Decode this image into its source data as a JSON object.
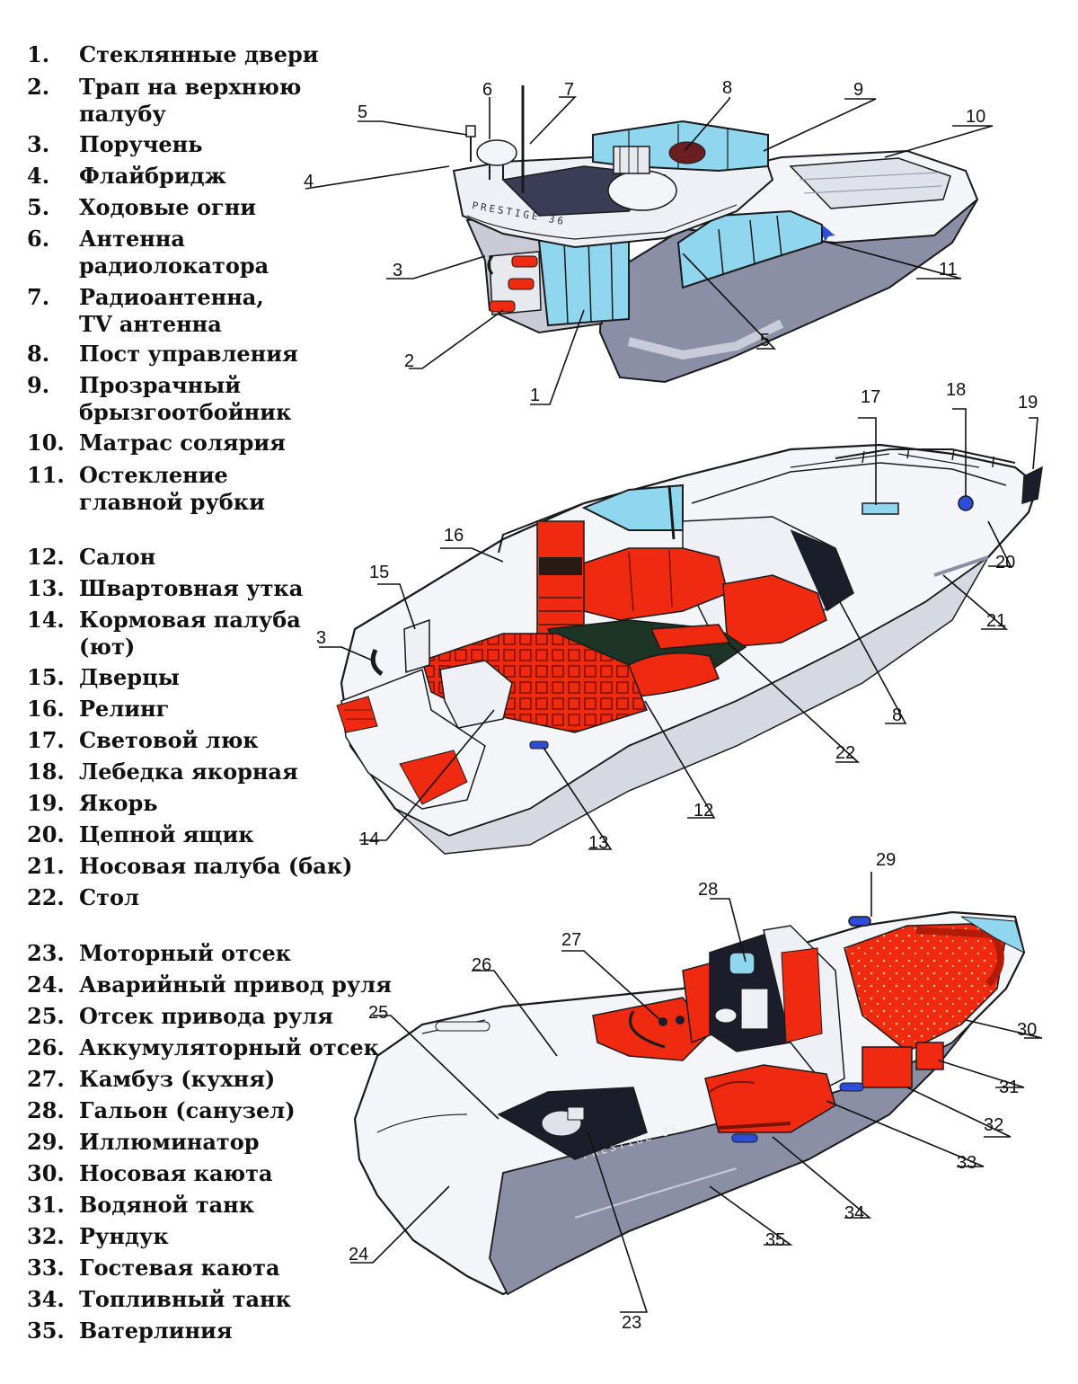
{
  "legend": [
    {
      "num": "1.",
      "lines": [
        "Стеклянные двери"
      ]
    },
    {
      "num": "2.",
      "lines": [
        "Трап на верхнюю",
        "палубу"
      ]
    },
    {
      "num": "3.",
      "lines": [
        "Поручень"
      ]
    },
    {
      "num": "4.",
      "lines": [
        "Флайбридж"
      ]
    },
    {
      "num": "5.",
      "lines": [
        "Ходовые огни"
      ]
    },
    {
      "num": "6.",
      "lines": [
        "Антенна",
        "радиолокатора"
      ]
    },
    {
      "num": "7.",
      "lines": [
        "Радиоантенна,",
        "TV антенна"
      ]
    },
    {
      "num": "8.",
      "lines": [
        "Пост управления"
      ]
    },
    {
      "num": "9.",
      "lines": [
        "Прозрачный",
        "брызгоотбойник"
      ]
    },
    {
      "num": "10.",
      "lines": [
        "Матрас солярия"
      ]
    },
    {
      "num": "11.",
      "lines": [
        "Остекление",
        "главной рубки"
      ]
    },
    {
      "num": "12.",
      "lines": [
        "Салон"
      ]
    },
    {
      "num": "13.",
      "lines": [
        "Швартовная утка"
      ]
    },
    {
      "num": "14.",
      "lines": [
        "Кормовая палуба",
        "(ют)"
      ]
    },
    {
      "num": "15.",
      "lines": [
        "Дверцы"
      ]
    },
    {
      "num": "16.",
      "lines": [
        "Релинг"
      ]
    },
    {
      "num": "17.",
      "lines": [
        "Световой люк"
      ]
    },
    {
      "num": "18.",
      "lines": [
        "Лебедка якорная"
      ]
    },
    {
      "num": "19.",
      "lines": [
        "Якорь"
      ]
    },
    {
      "num": "20.",
      "lines": [
        "Цепной ящик"
      ]
    },
    {
      "num": "21.",
      "lines": [
        "Носовая палуба (бак)"
      ]
    },
    {
      "num": "22.",
      "lines": [
        "Стол"
      ]
    },
    {
      "num": "23.",
      "lines": [
        "Моторный отсек"
      ]
    },
    {
      "num": "24.",
      "lines": [
        "Аварийный привод руля"
      ]
    },
    {
      "num": "25.",
      "lines": [
        "Отсек привода руля"
      ]
    },
    {
      "num": "26.",
      "lines": [
        "Аккумуляторный отсек"
      ]
    },
    {
      "num": "27.",
      "lines": [
        "Камбуз (кухня)"
      ]
    },
    {
      "num": "28.",
      "lines": [
        "Гальон (санузел)"
      ]
    },
    {
      "num": "29.",
      "lines": [
        "Иллюминатор"
      ]
    },
    {
      "num": "30.",
      "lines": [
        "Носовая каюта"
      ]
    },
    {
      "num": "31.",
      "lines": [
        "Водяной танк"
      ]
    },
    {
      "num": "32.",
      "lines": [
        "Рундук"
      ]
    },
    {
      "num": "33.",
      "lines": [
        "Гостевая каюта"
      ]
    },
    {
      "num": "34.",
      "lines": [
        "Топливный танк"
      ]
    },
    {
      "num": "35.",
      "lines": [
        "Ватерлиния"
      ]
    }
  ],
  "callouts": [
    "5",
    "6",
    "7",
    "8",
    "9",
    "10",
    "4",
    "3",
    "11",
    "2",
    "5",
    "1",
    "17",
    "18",
    "19",
    "16",
    "15",
    "20",
    "3",
    "21",
    "8",
    "22",
    "12",
    "14",
    "13",
    "29",
    "28",
    "27",
    "26",
    "25",
    "30",
    "31",
    "32",
    "33",
    "34",
    "35",
    "24",
    "23"
  ],
  "hull_text": [
    "PRESTIGE 36",
    "PRESTIGE 36"
  ],
  "colors": {
    "hull": "#8a8fa6",
    "deck": "#f2f3f7",
    "red": "#f02a10",
    "glass": "#8fd6ee",
    "dark": "#1b1d2a",
    "outline": "#1a1a1a"
  }
}
